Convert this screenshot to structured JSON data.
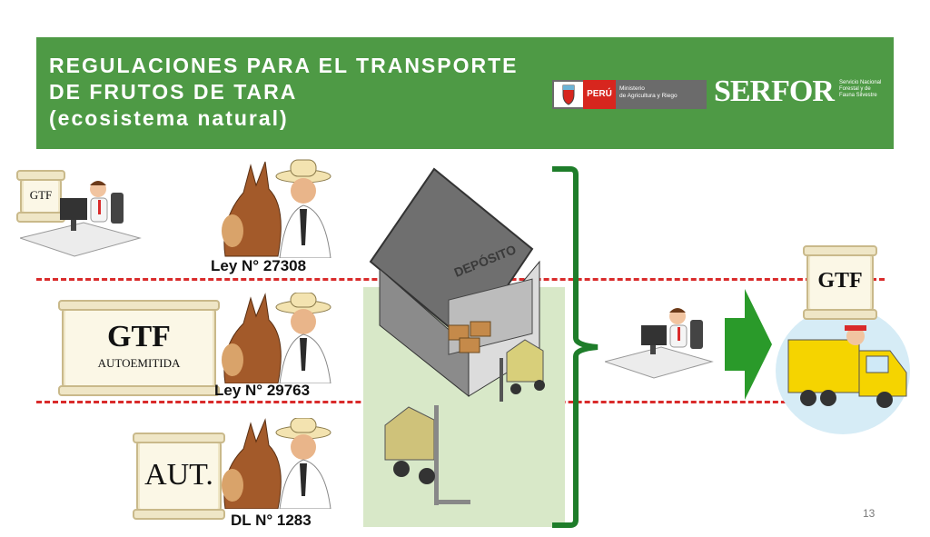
{
  "header": {
    "title_line1": "REGULACIONES PARA EL TRANSPORTE",
    "title_line2": "DE FRUTOS DE TARA",
    "title_line3": "(ecosistema natural)",
    "peru_label": "PERÚ",
    "ministry_line1": "Ministerio",
    "ministry_line2": "de Agricultura y Riego",
    "serfor_label": "SERFOR",
    "serfor_sub": "Servicio Nacional Forestal y de Fauna Silvestre",
    "bg_color": "#4e9a45"
  },
  "scrolls": {
    "top_left": "GTF",
    "middle_main": "GTF",
    "middle_sub": "AUTOEMITIDA",
    "bottom": "AUT.",
    "right": "GTF"
  },
  "laws": {
    "law1": "Ley N°  27308",
    "law2": "Ley N°  29763",
    "law3": "DL N°  1283"
  },
  "warehouse": {
    "label": "DEPÓSITO"
  },
  "page_number": "13",
  "colors": {
    "dash": "#d92b2b",
    "brace": "#1e7d2a",
    "arrow": "#2a9a2a"
  }
}
